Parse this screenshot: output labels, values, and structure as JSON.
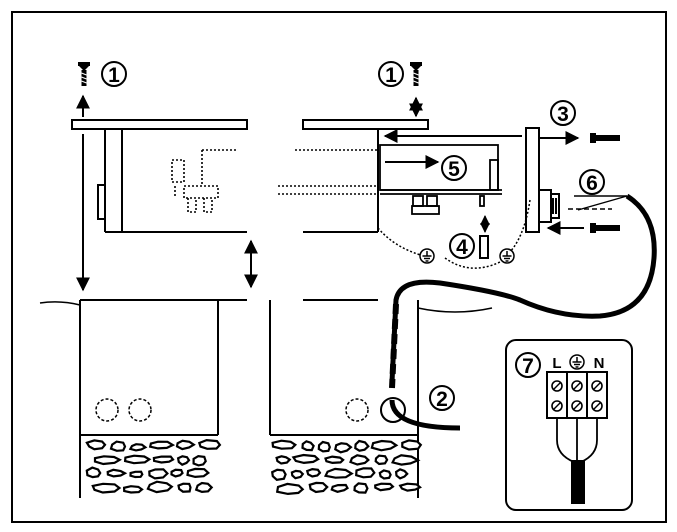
{
  "markers": {
    "m1a": "1",
    "m1b": "1",
    "m2": "2",
    "m3": "3",
    "m4": "4",
    "m5": "5",
    "m6": "6",
    "m7": "7"
  },
  "terminal": {
    "live": "L",
    "neutral": "N"
  },
  "icons": {
    "screw": "screw-icon",
    "ground": "ground-symbol-icon",
    "rock": "stone-icon",
    "arrow": "arrow-icon"
  },
  "colors": {
    "line": "#000000",
    "background": "#ffffff",
    "fill_light": "#ffffff"
  }
}
